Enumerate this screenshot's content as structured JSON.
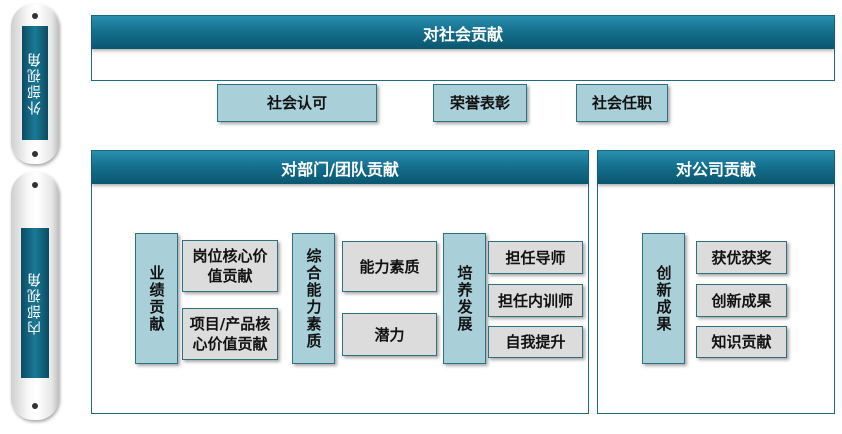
{
  "side_labels": {
    "external": "外部视角",
    "internal": "内部视角"
  },
  "society": {
    "title": "对社会贡献",
    "items": [
      "社会认可",
      "荣誉表彰",
      "社会任职"
    ]
  },
  "dept": {
    "title": "对部门/团队贡献",
    "performance": {
      "label": "业绩贡献",
      "items": [
        "岗位核心价值贡献",
        "项目/产品核心价值贡献"
      ]
    },
    "quality": {
      "label": "综合能力素质",
      "items": [
        "能力素质",
        "潜力"
      ]
    },
    "development": {
      "label": "培养发展",
      "items": [
        "担任导师",
        "担任内训师",
        "自我提升"
      ]
    }
  },
  "company": {
    "title": "对公司贡献",
    "innovation": {
      "label": "创新成果",
      "items": [
        "获优获奖",
        "创新成果",
        "知识贡献"
      ]
    }
  },
  "colors": {
    "header_teal": "#14708e",
    "box_teal": "#a9d0d9",
    "box_grey": "#dcdcdc",
    "side_dark": "#0b4b63"
  }
}
